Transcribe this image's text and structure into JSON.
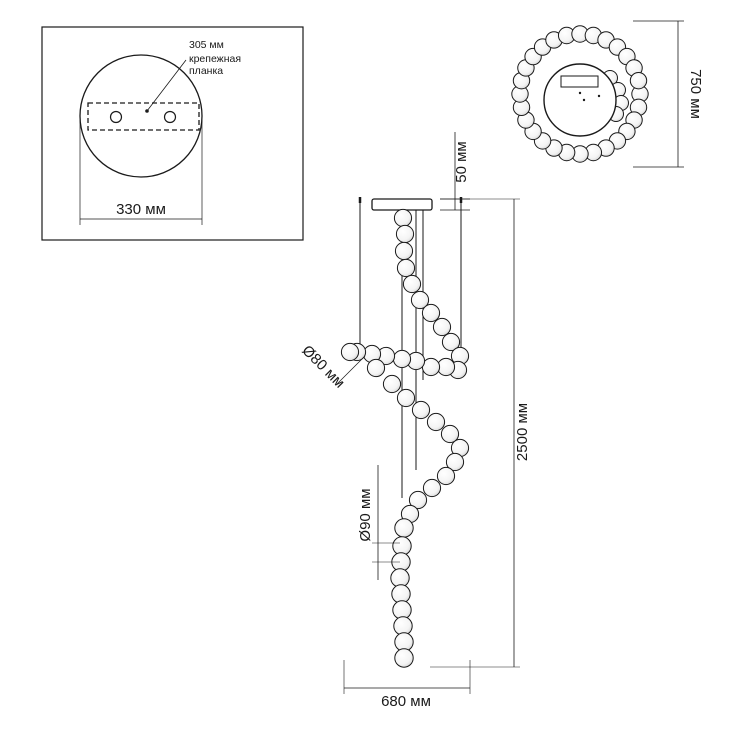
{
  "mount_view": {
    "plate_width_label": "330 мм",
    "bracket_width_label": "305 мм",
    "bracket_label_line1": "крепежная",
    "bracket_label_line2": "планка"
  },
  "top_view": {
    "diameter_label": "750 мм"
  },
  "side_view": {
    "canopy_height_label": "50 мм",
    "total_height_label": "2500 мм",
    "total_width_label": "680 мм",
    "small_sphere_label": "Ø80 мм",
    "large_sphere_label": "Ø90 мм"
  },
  "colors": {
    "line": "#1a1a1a",
    "dim_line": "#3a3a3a",
    "background": "#ffffff"
  }
}
